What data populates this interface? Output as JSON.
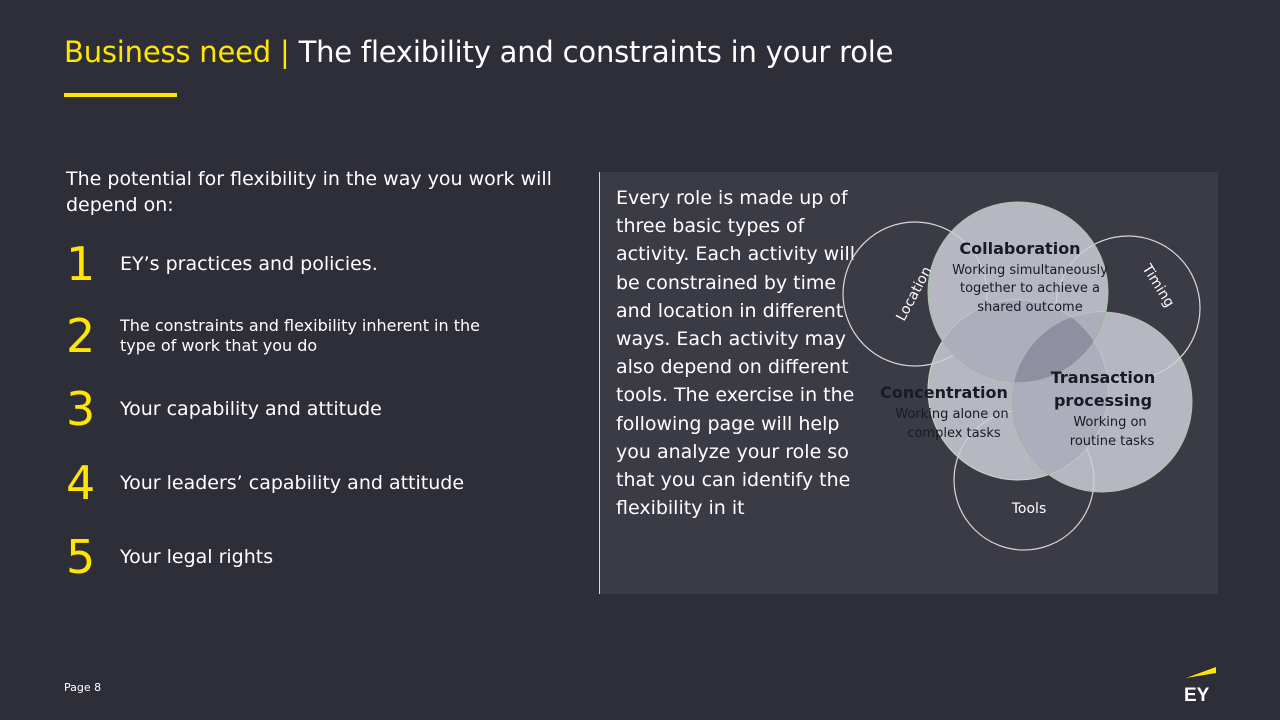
{
  "header": {
    "title_highlight": "Business need |",
    "title_rest": " The flexibility and constraints in your role"
  },
  "intro": "The potential for flexibility in the way you work will depend on:",
  "items": [
    {
      "num": "1",
      "text": "EY’s practices and policies."
    },
    {
      "num": "2",
      "text": "The constraints and flexibility inherent in the type of work that you do"
    },
    {
      "num": "3",
      "text": "Your capability and attitude"
    },
    {
      "num": "4",
      "text": "Your leaders’ capability and attitude"
    },
    {
      "num": "5",
      "text": "Your legal rights"
    }
  ],
  "panel": {
    "text": "Every role is made  up of three basic types of activity.  Each activity will be constrained by time and location in different ways.  Each activity may also depend on different tools. The exercise in the following page will help you analyze your role so that you can identify the flexibility in it"
  },
  "venn": {
    "labels": {
      "location": "Location",
      "timing": "Timing",
      "tools": "Tools"
    },
    "collaboration": {
      "title": "Collaboration",
      "desc": [
        "Working simultaneously",
        "together to achieve a",
        "shared outcome"
      ]
    },
    "concentration": {
      "title": "Concentration",
      "desc": [
        "Working alone on",
        "complex tasks"
      ]
    },
    "transaction": {
      "title": [
        "Transaction",
        "processing"
      ],
      "desc": [
        "Working on",
        "routine tasks"
      ]
    }
  },
  "footer": {
    "page": "Page 8",
    "logo_text": "EY"
  },
  "colors": {
    "background": "#2e2e38",
    "accent": "#ffe600",
    "panel": "#3b3b46"
  }
}
